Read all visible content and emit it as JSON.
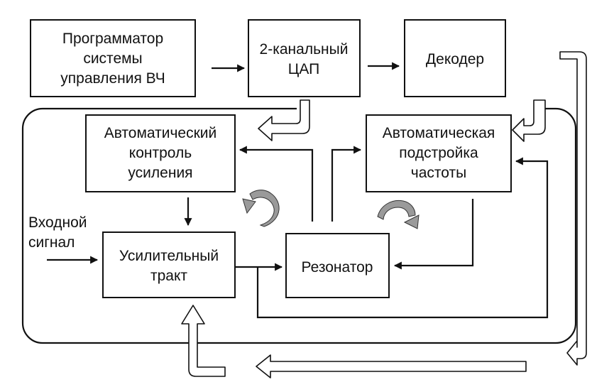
{
  "blocks": {
    "programmer": [
      "Программатор",
      "системы",
      "управления ВЧ"
    ],
    "dac": [
      "2-канальный",
      "ЦАП"
    ],
    "decoder": [
      "Декодер"
    ],
    "agc": [
      "Автоматический",
      "контроль",
      "усиления"
    ],
    "afc": [
      "Автоматическая",
      "подстройка",
      "частоты"
    ],
    "amplifier": [
      "Усилительный",
      "тракт"
    ],
    "resonator": [
      "Резонатор"
    ]
  },
  "input_signal": [
    "Входной",
    "сигнал"
  ],
  "colors": {
    "stroke": "#111111",
    "curl_fill": "#9a9a9a",
    "background": "#ffffff"
  }
}
